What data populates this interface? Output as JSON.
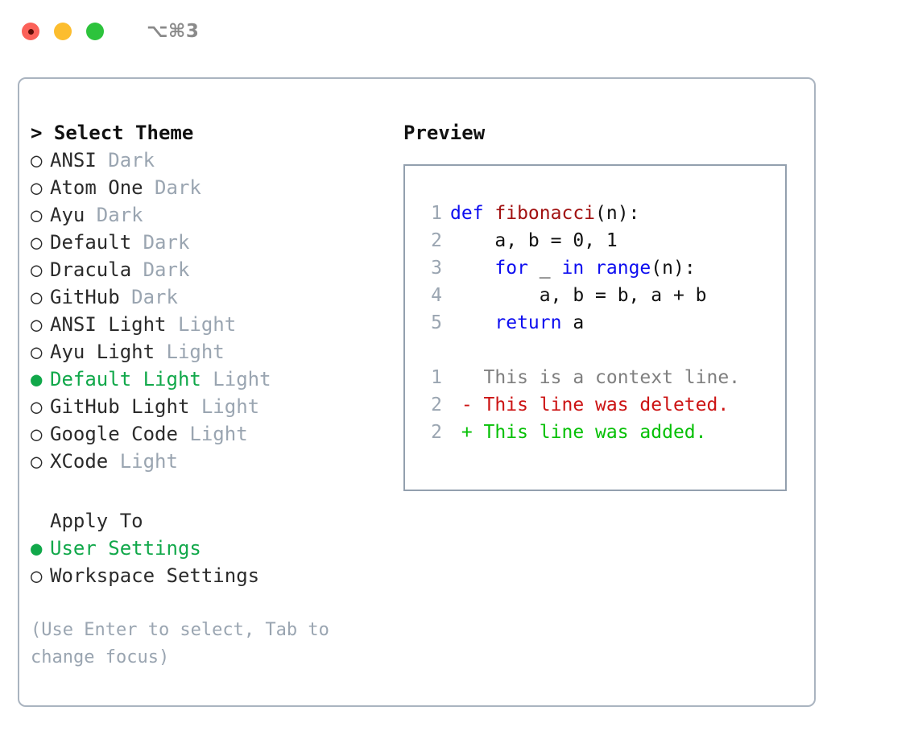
{
  "window": {
    "shortcut": "⌥⌘3",
    "traffic_lights": [
      {
        "name": "close",
        "color": "#fb6159",
        "active": true
      },
      {
        "name": "minimize",
        "color": "#fcbd2e",
        "active": false
      },
      {
        "name": "maximize",
        "color": "#2dc33c",
        "active": false
      }
    ]
  },
  "theme_picker": {
    "heading": "> Select Theme",
    "selected_marker": "●",
    "unselected_marker": "○",
    "items": [
      {
        "marker": "○",
        "name": "ANSI",
        "category": "Dark",
        "selected": false
      },
      {
        "marker": "○",
        "name": "Atom One",
        "category": "Dark",
        "selected": false
      },
      {
        "marker": "○",
        "name": "Ayu",
        "category": "Dark",
        "selected": false
      },
      {
        "marker": "○",
        "name": "Default",
        "category": "Dark",
        "selected": false
      },
      {
        "marker": "○",
        "name": "Dracula",
        "category": "Dark",
        "selected": false
      },
      {
        "marker": "○",
        "name": "GitHub",
        "category": "Dark",
        "selected": false
      },
      {
        "marker": "○",
        "name": "ANSI Light",
        "category": "Light",
        "selected": false
      },
      {
        "marker": "○",
        "name": "Ayu Light",
        "category": "Light",
        "selected": false
      },
      {
        "marker": "●",
        "name": "Default Light",
        "category": "Light",
        "selected": true
      },
      {
        "marker": "○",
        "name": "GitHub Light",
        "category": "Light",
        "selected": false
      },
      {
        "marker": "○",
        "name": "Google Code",
        "category": "Light",
        "selected": false
      },
      {
        "marker": "○",
        "name": "XCode",
        "category": "Light",
        "selected": false
      }
    ]
  },
  "apply_to": {
    "heading": "Apply To",
    "items": [
      {
        "marker": "●",
        "name": "User Settings",
        "selected": true
      },
      {
        "marker": "○",
        "name": "Workspace Settings",
        "selected": false
      }
    ]
  },
  "hint": "(Use Enter to select, Tab to change focus)",
  "preview": {
    "title": "Preview",
    "code_lines": [
      {
        "num": "1",
        "tokens": [
          {
            "t": "def ",
            "c": "kw"
          },
          {
            "t": "fibonacci",
            "c": "fn"
          },
          {
            "t": "(n):",
            "c": "plain"
          }
        ]
      },
      {
        "num": "2",
        "tokens": [
          {
            "t": "    a, b = 0, 1",
            "c": "plain"
          }
        ]
      },
      {
        "num": "3",
        "tokens": [
          {
            "t": "    ",
            "c": "plain"
          },
          {
            "t": "for",
            "c": "kw"
          },
          {
            "t": " _ ",
            "c": "plain"
          },
          {
            "t": "in",
            "c": "kw"
          },
          {
            "t": " ",
            "c": "plain"
          },
          {
            "t": "range",
            "c": "kw"
          },
          {
            "t": "(n):",
            "c": "plain"
          }
        ]
      },
      {
        "num": "4",
        "tokens": [
          {
            "t": "        a, b = b, a + b",
            "c": "plain"
          }
        ]
      },
      {
        "num": "5",
        "tokens": [
          {
            "t": "    ",
            "c": "plain"
          },
          {
            "t": "return",
            "c": "kw"
          },
          {
            "t": " a",
            "c": "plain"
          }
        ]
      }
    ],
    "diff_lines": [
      {
        "num": "1",
        "sign": "  ",
        "text": "This is a context line.",
        "kind": "ctx"
      },
      {
        "num": "2",
        "sign": "- ",
        "text": "This line was deleted.",
        "kind": "del"
      },
      {
        "num": "2",
        "sign": "+ ",
        "text": "This line was added.",
        "kind": "add"
      }
    ]
  },
  "colors": {
    "accent_green": "#11a84a",
    "muted_gray": "#9aa5b1",
    "keyword_blue": "#0d0df0",
    "function_red": "#a11111",
    "diff_delete": "#cc1414",
    "diff_add": "#05c005",
    "panel_border": "#aab4c0"
  }
}
